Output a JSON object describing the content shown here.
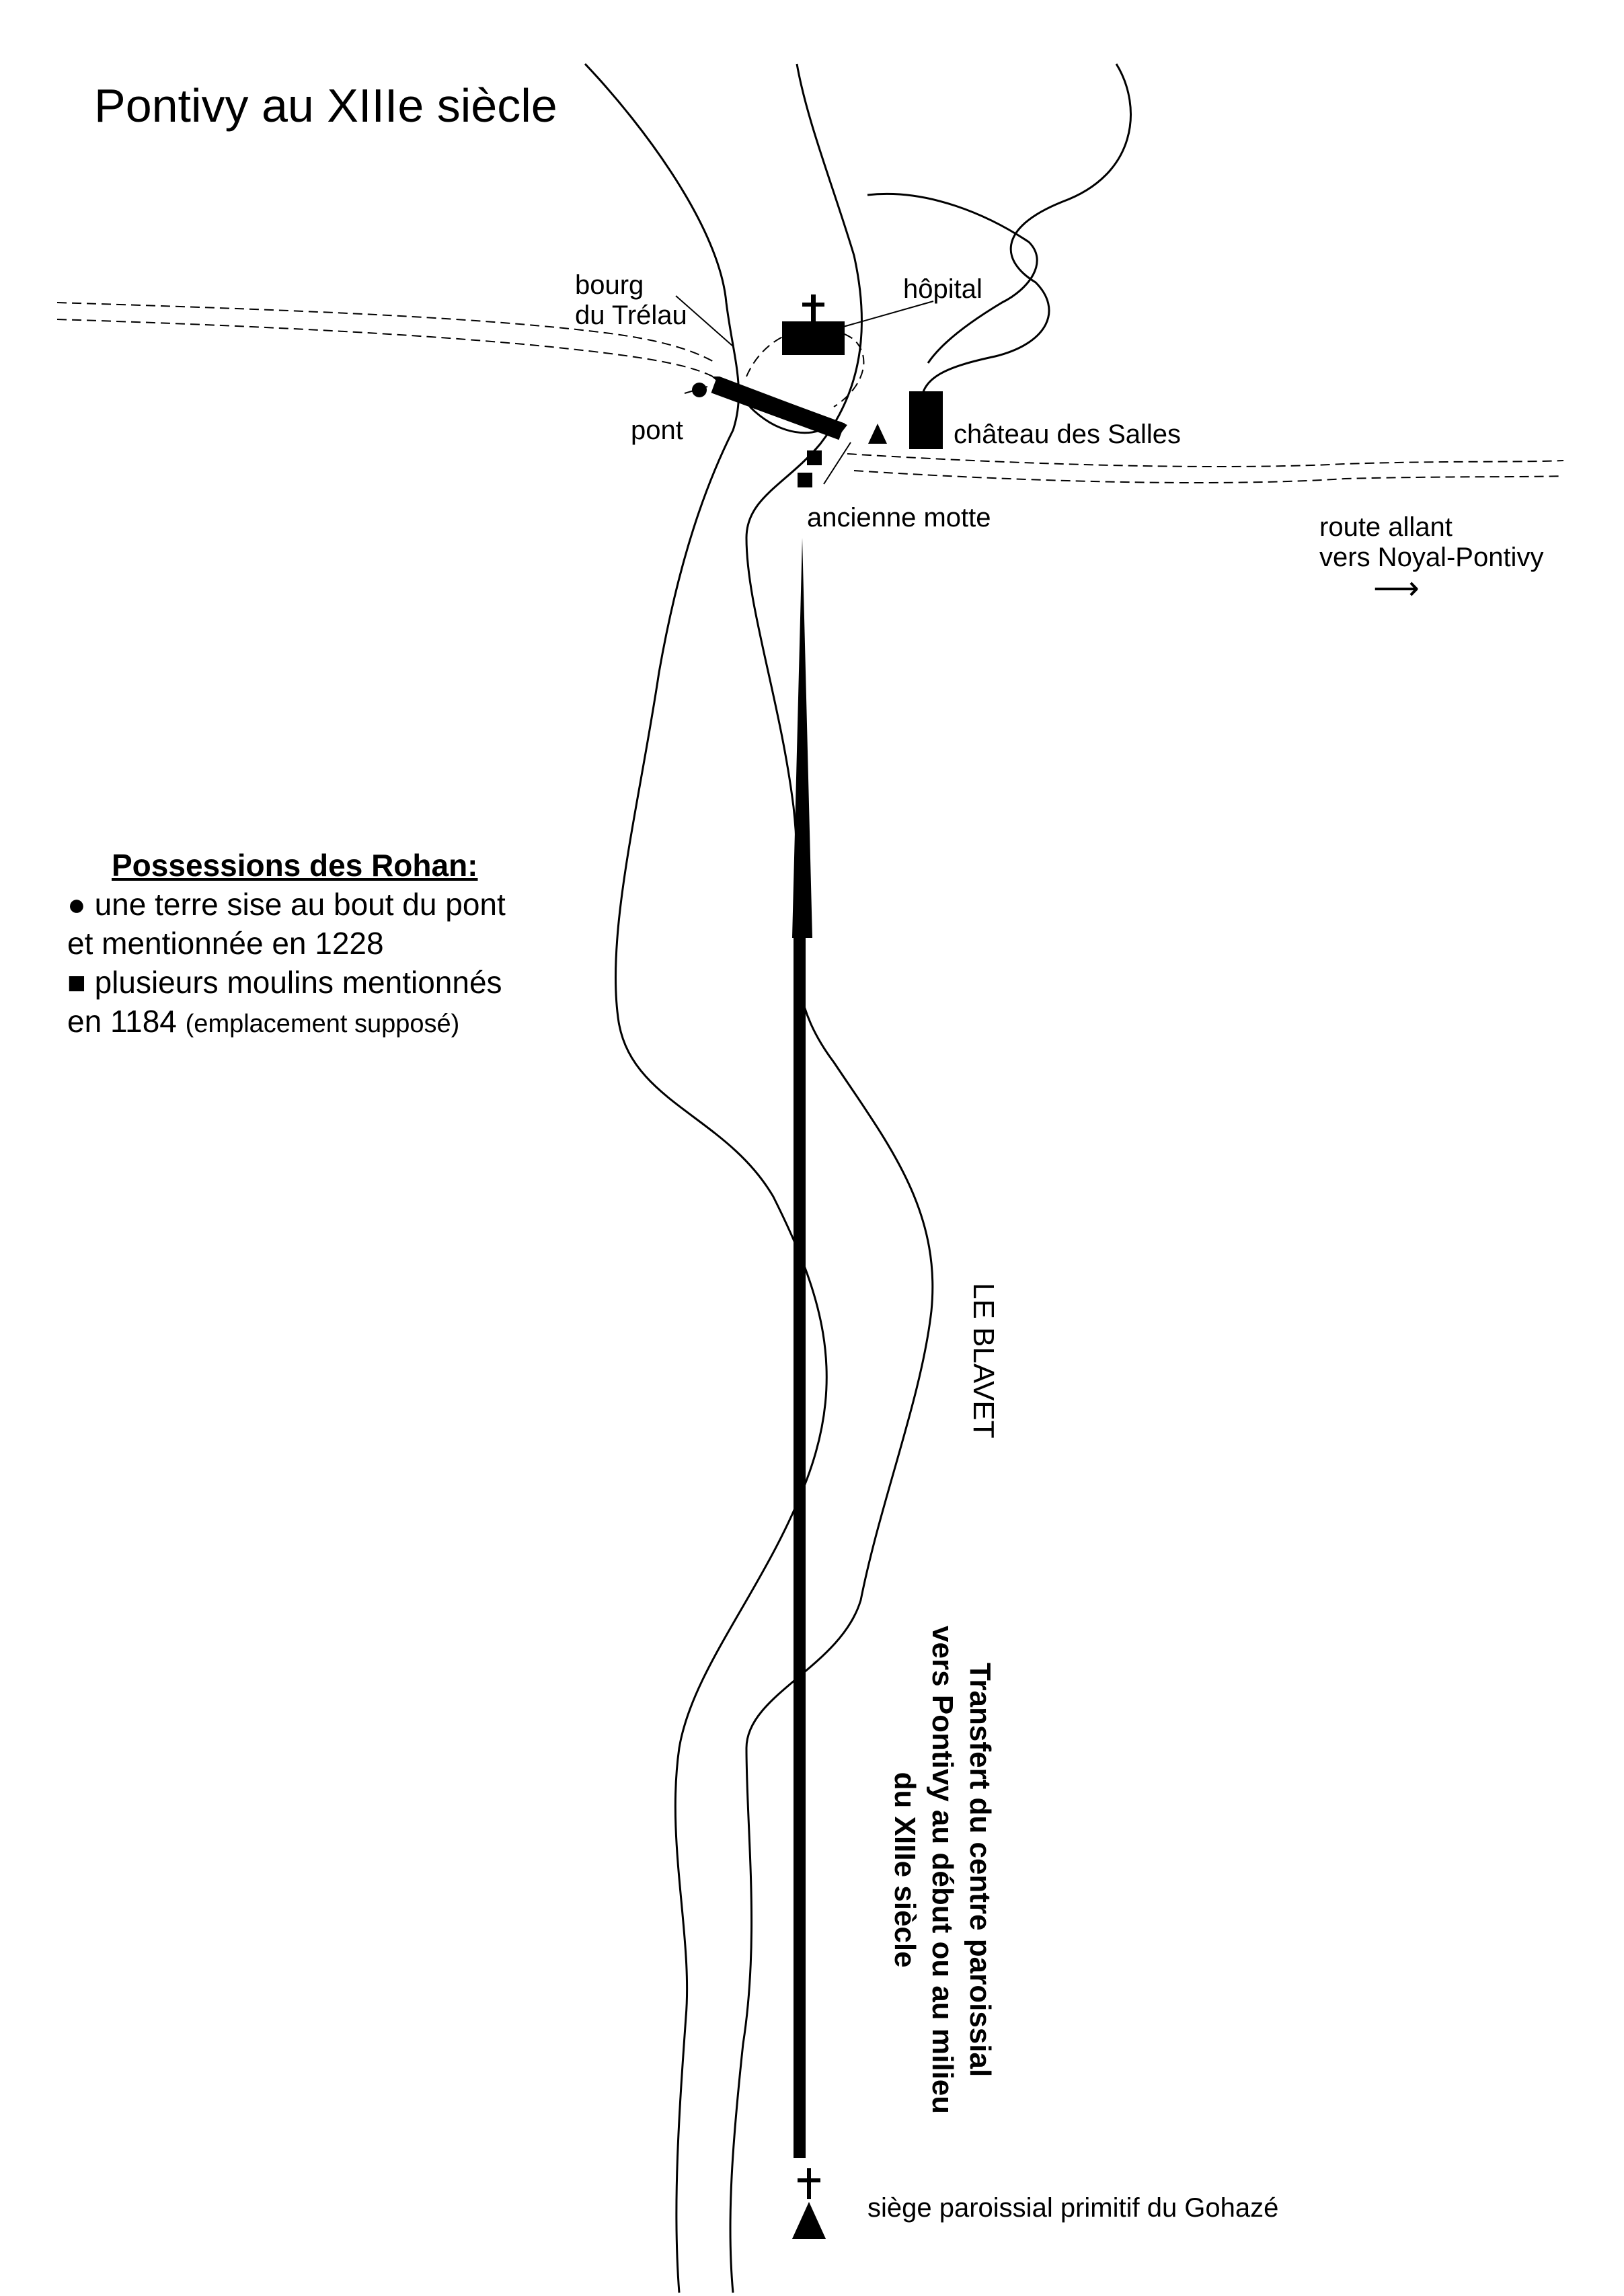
{
  "map": {
    "title": "Pontivy au XIIIe siècle",
    "labels": {
      "bourg_line1": "bourg",
      "bourg_line2": "du Trélau",
      "hopital": "hôpital",
      "pont": "pont",
      "chateau": "château des Salles",
      "motte": "ancienne motte",
      "route_line1": "route allant",
      "route_line2": "vers Noyal-Pontivy",
      "route_arrow": "⟶",
      "river": "LE BLAVET",
      "transfer_line1": "Transfert du centre paroissial",
      "transfer_line2": "vers Pontivy au début ou au milieu",
      "transfer_line3": "du XIIIe siècle",
      "siege": "siège paroissial primitif du Gohazé"
    },
    "legend": {
      "heading": "Possessions des Rohan:",
      "item1_bullet": "●",
      "item1_line1": "une terre sise au bout du pont",
      "item1_line2": "et mentionnée en 1228",
      "item2_bullet": "■",
      "item2_line1": "plusieurs moulins mentionnés",
      "item2_line2_main": "en 1184",
      "item2_line2_note": "(emplacement supposé)"
    },
    "icons": {
      "church": "church-cross-icon",
      "bridge_end": "circle-marker-icon",
      "mill": "square-marker-icon",
      "motte": "triangle-marker-icon",
      "castle": "castle-rect-icon",
      "origin_church": "cross-triangle-icon"
    }
  }
}
